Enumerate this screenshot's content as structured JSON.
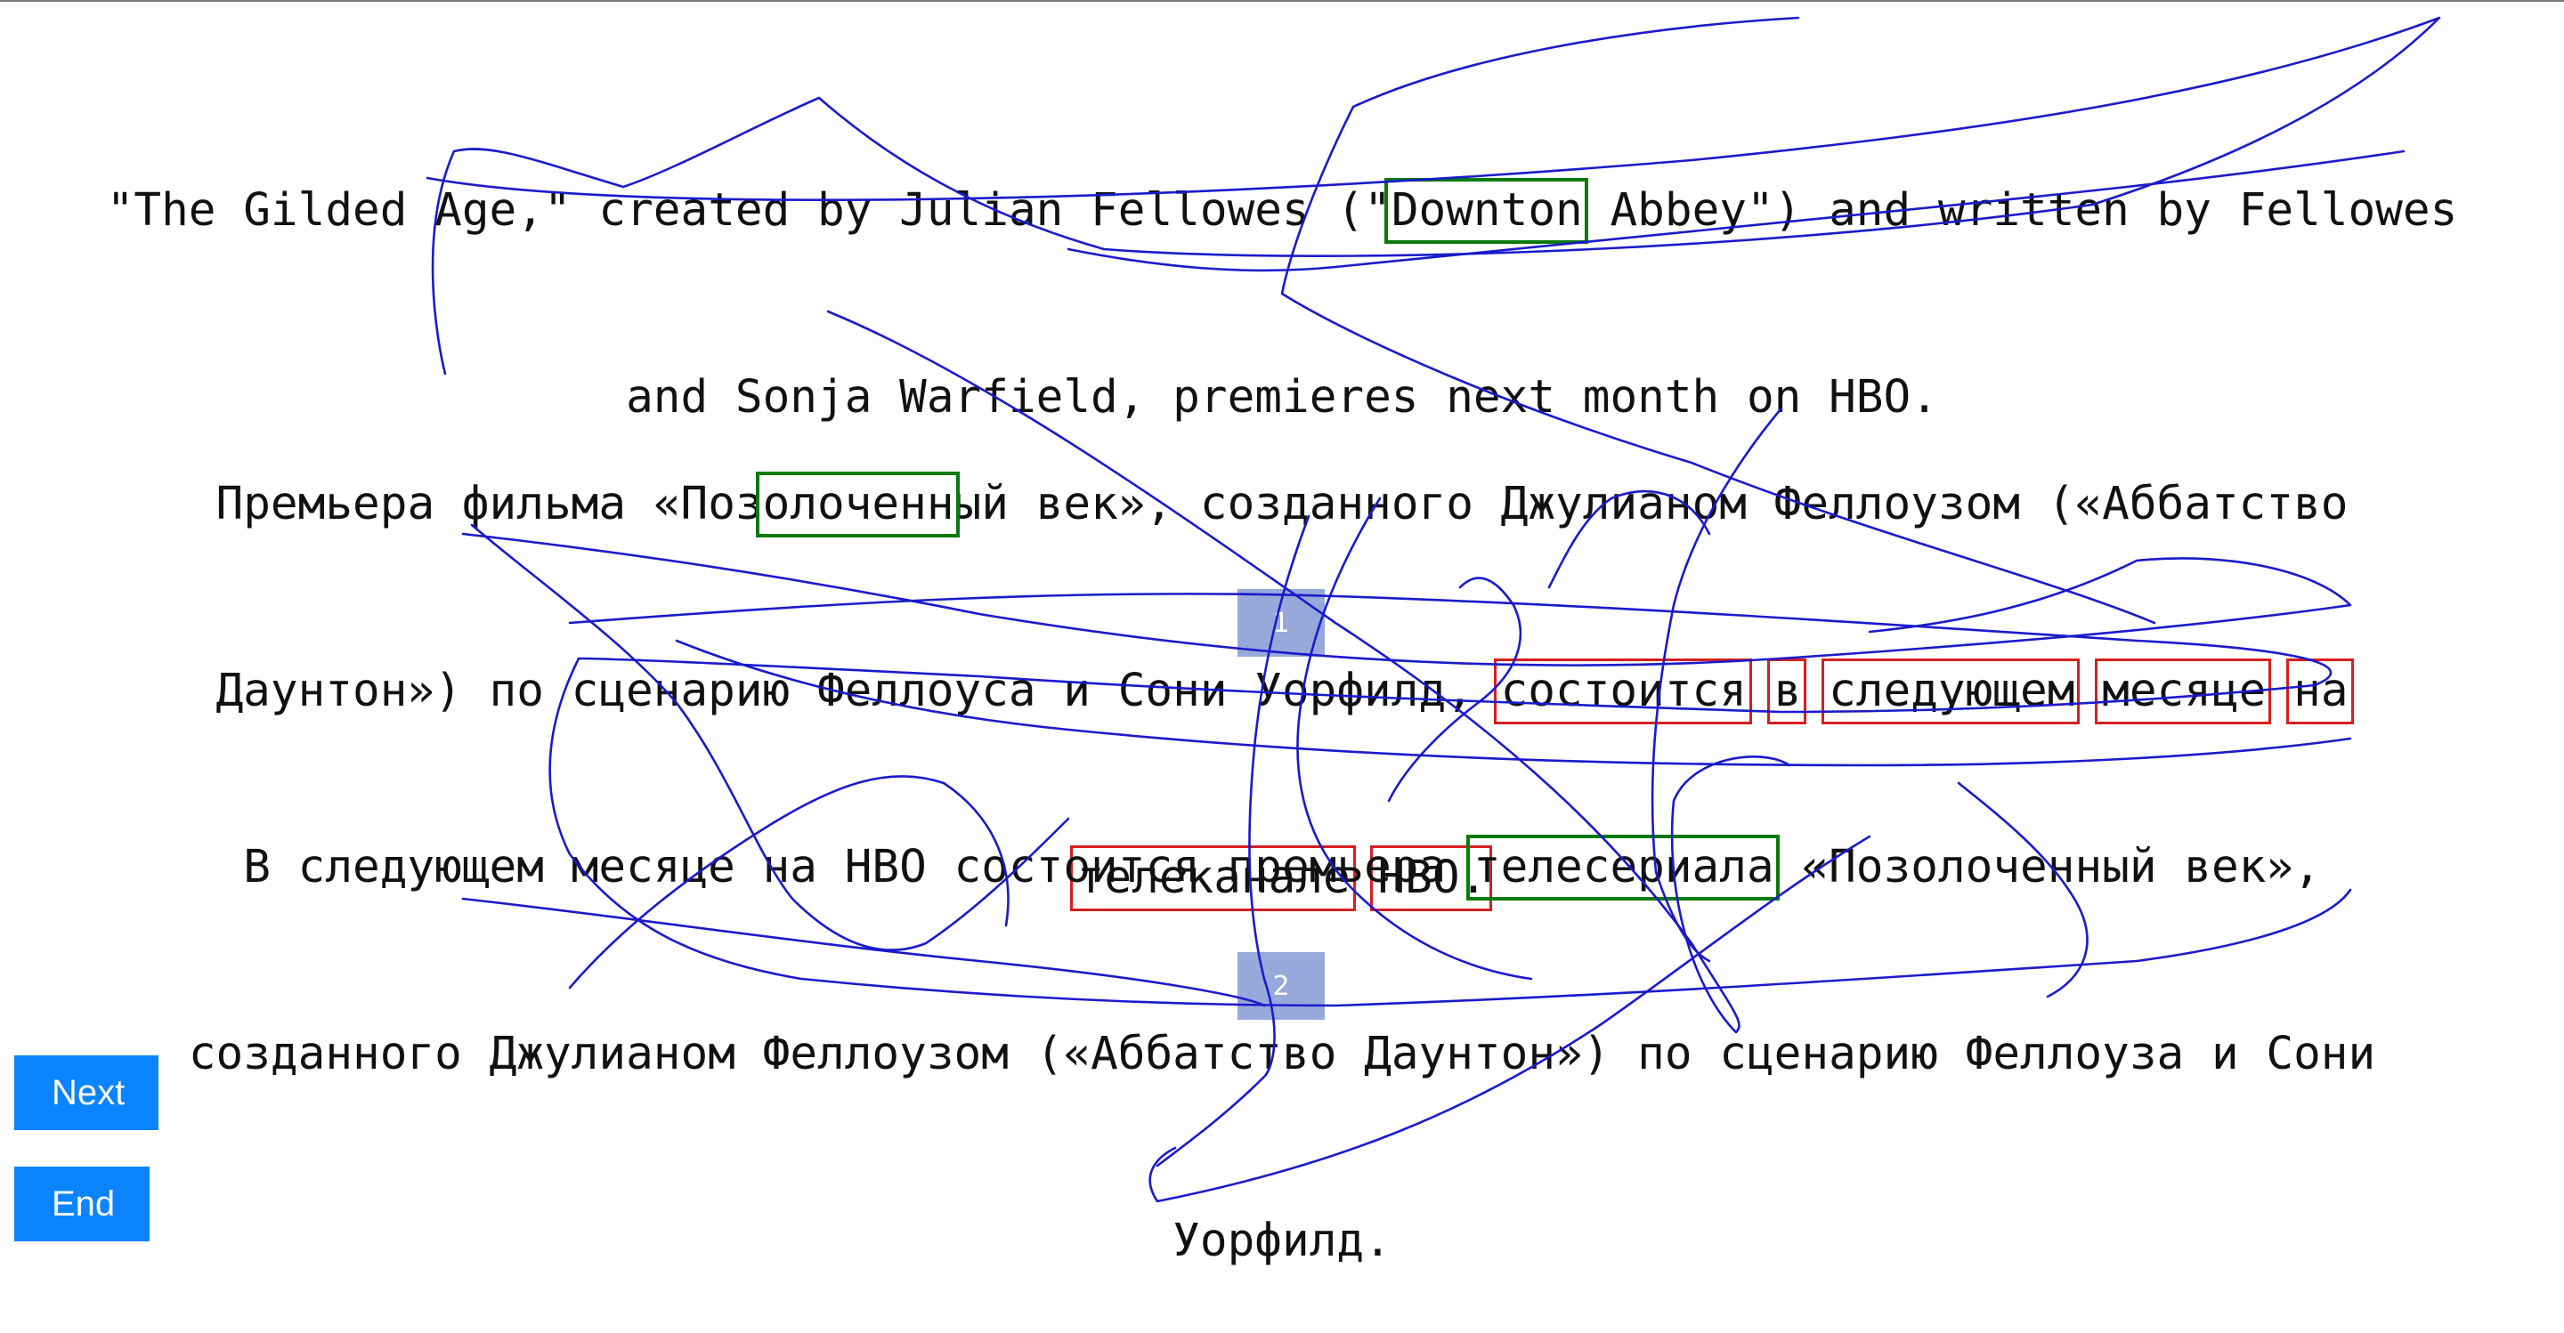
{
  "source": {
    "line1_a": "\"The Gilded Age,\" created by Julian Fellowes (\"",
    "line1_hl": "Downton",
    "line1_b": " Abbey\") and written by Fellowes",
    "line2": "and Sonja Warfield, premieres next month on HBO."
  },
  "translation": {
    "line1_a": "Премьера фильма «Поз",
    "line1_hl": "олоченн",
    "line1_b": "ый век», созданного Джулианом Феллоузом («Аббатство",
    "line2_a": "Даунтон») по сценарию Феллоуса и Сони Уорфилд, ",
    "w_sostoitsya": "состоится",
    "w_v": "в",
    "w_sleduyushchem": "следующем",
    "w_mesyatse": "месяце",
    "w_na": "на",
    "w_telekanale": "телеканале",
    "w_hbo": "HBO."
  },
  "reference": {
    "line1_a": "В следующем месяце на HBO состоится премьера ",
    "line1_hl": "телесериала",
    "line1_b": " «Позолоченный век»,",
    "line2": "созданного Джулианом Феллоузом («Аббатство Даунтон») по сценарию Феллоуза и Сони",
    "line3": "Уорфилд."
  },
  "badges": {
    "first": "1",
    "second": "2"
  },
  "buttons": {
    "next_label": "Next",
    "end_label": "End"
  },
  "colors": {
    "ok_box": "#0a7a0a",
    "error_box": "#d61f1f",
    "scribble": "#1a1acc",
    "badge": "#97a9da",
    "button": "#0a84ff"
  }
}
